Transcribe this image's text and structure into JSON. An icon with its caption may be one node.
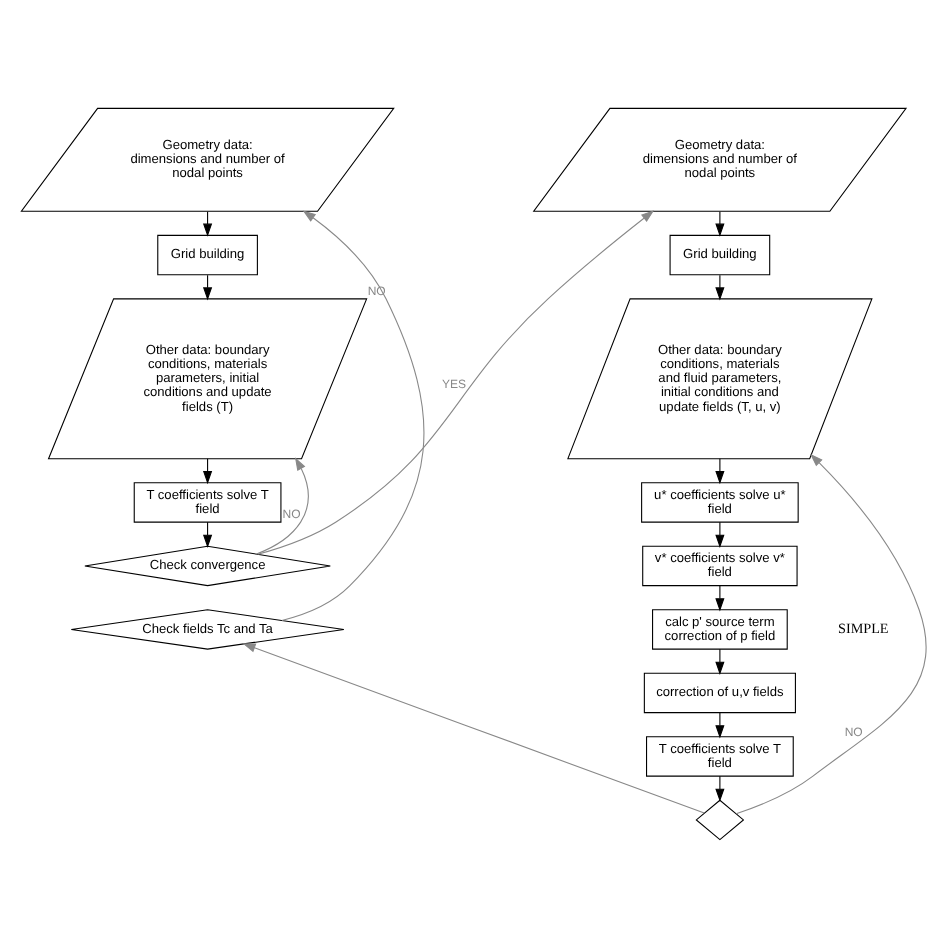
{
  "diagram": {
    "nodes": [
      {
        "text": [
          "Geometry data: dimensions and number of nodal points"
        ]
      },
      {
        "text": [
          "Grid building"
        ]
      },
      {
        "text": [
          "Other data: boundary conditions, materials parameters, initial conditions and update fields (T)"
        ]
      },
      {
        "text": [
          "T coefficients solve T field"
        ]
      },
      {
        "text": [
          "Check convergence"
        ]
      },
      {
        "text": [
          "Check fields Tc and Ta"
        ]
      },
      {
        "text": [
          "Geometry data: dimensions and number of nodal points"
        ]
      },
      {
        "text": [
          "Grid building"
        ]
      },
      {
        "text": [
          "Other data: boundary conditions, materials and fluid parameters, initial conditions and update fields (T, u, v)"
        ]
      },
      {
        "text": [
          "u* coefficients solve u* field"
        ]
      },
      {
        "text": [
          "v* coefficients solve v* field"
        ]
      },
      {
        "text": [
          "calc p' source term correction of p field"
        ]
      },
      {
        "text": [
          "correction of u,v fields"
        ]
      },
      {
        "text": [
          "T coefficients solve T field"
        ]
      },
      {
        "text": [],
        "shape": "diamond"
      }
    ],
    "edges": [
      {
        "from": 0,
        "to": 1,
        "arrow": "to"
      },
      {
        "from": 1,
        "to": 2,
        "arrow": "to"
      },
      {
        "from": 2,
        "to": 3,
        "arrow": "to"
      },
      {
        "from": 3,
        "to": 4,
        "arrow": "to"
      },
      {
        "from": 4,
        "to": 2,
        "arrow": "to",
        "label": "NO",
        "color": "#888888"
      },
      {
        "from": 4,
        "to": 6,
        "arrow": "to",
        "label": "YES",
        "color": "#888888"
      },
      {
        "from": 5,
        "to": 0,
        "arrow": "to",
        "label": "NO",
        "color": "#888888"
      },
      {
        "from": 6,
        "to": 7,
        "arrow": "to"
      },
      {
        "from": 7,
        "to": 8,
        "arrow": "to"
      },
      {
        "from": 8,
        "to": 9,
        "arrow": "to"
      },
      {
        "from": 9,
        "to": 10,
        "arrow": "to"
      },
      {
        "from": 10,
        "to": 11,
        "arrow": "to"
      },
      {
        "from": 11,
        "to": 12,
        "arrow": "to"
      },
      {
        "from": 12,
        "to": 13,
        "arrow": "to"
      },
      {
        "from": 13,
        "to": 14,
        "arrow": "to"
      },
      {
        "from": 14,
        "to": 8,
        "arrow": "to",
        "label": "NO",
        "color": "#888888"
      },
      {
        "from": 14,
        "to": 5,
        "arrow": "to",
        "color": "#888888"
      }
    ],
    "labels": [
      "SIMPLE"
    ]
  }
}
